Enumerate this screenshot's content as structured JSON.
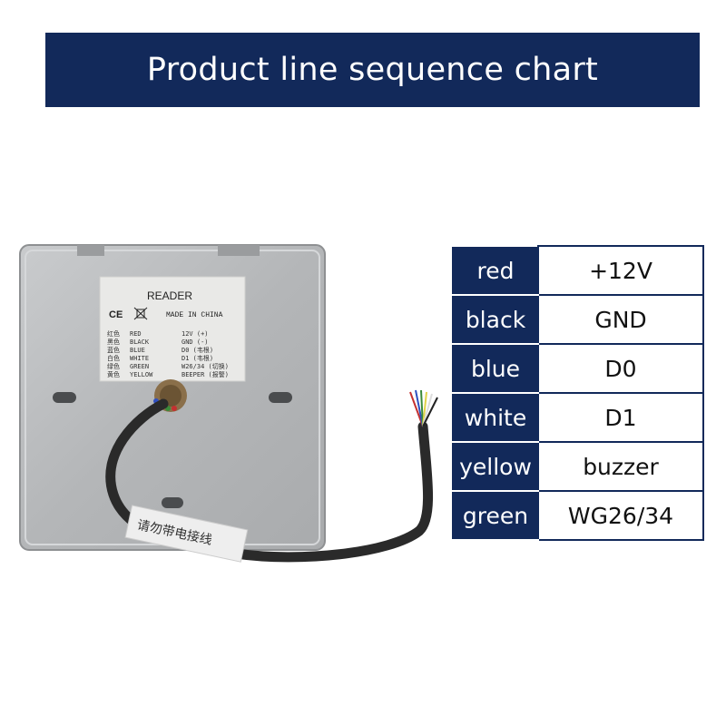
{
  "banner": {
    "title": "Product line sequence chart"
  },
  "device": {
    "label_title": "READER",
    "label_marks": "CE",
    "label_origin": "MADE IN CHINA",
    "label_lines": [
      {
        "zh": "红色",
        "color": "RED",
        "signal": "12V (+)"
      },
      {
        "zh": "黑色",
        "color": "BLACK",
        "signal": "GND (-)"
      },
      {
        "zh": "蓝色",
        "color": "BLUE",
        "signal": "D0 (韦根)"
      },
      {
        "zh": "白色",
        "color": "WHITE",
        "signal": "D1 (韦根)"
      },
      {
        "zh": "绿色",
        "color": "GREEN",
        "signal": "W26/34 (切换)"
      },
      {
        "zh": "黄色",
        "color": "YELLOW",
        "signal": "BEEPER (报警)"
      }
    ],
    "cable_tag": "请勿带电接线"
  },
  "wiring": {
    "rows": [
      {
        "color": "red",
        "signal": "+12V"
      },
      {
        "color": "black",
        "signal": "GND"
      },
      {
        "color": "blue",
        "signal": "D0"
      },
      {
        "color": "white",
        "signal": "D1"
      },
      {
        "color": "yellow",
        "signal": "buzzer"
      },
      {
        "color": "green",
        "signal": "WG26/34"
      }
    ]
  },
  "colors": {
    "banner": "#12295a",
    "table_border": "#12295a",
    "panel": "#b8babc"
  }
}
